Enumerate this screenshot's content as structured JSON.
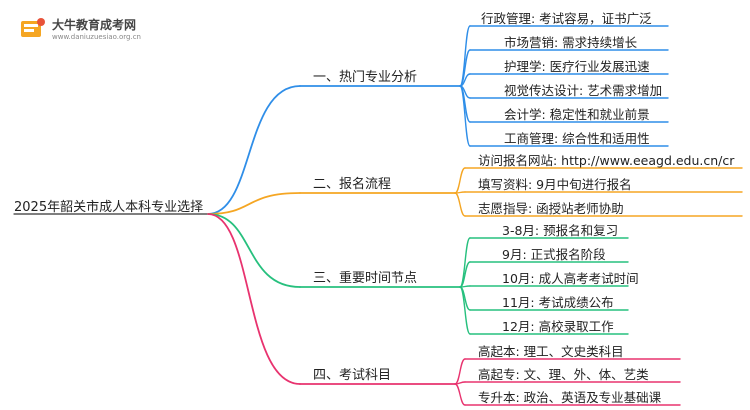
{
  "logo": {
    "name": "大牛教育成考网",
    "url": "www.daniuzuesiao.org.cn"
  },
  "root": "2025年韶关市成人本科专业选择",
  "colors": {
    "blue": "#2f8ee8",
    "orange": "#f5a623",
    "green": "#27c07e",
    "pink": "#e8336f"
  },
  "branches": [
    {
      "title": "一、热门专业分析",
      "leaves": [
        "行政管理: 考试容易，证书广泛",
        "市场营销: 需求持续增长",
        "护理学: 医疗行业发展迅速",
        "视觉传达设计: 艺术需求增加",
        "会计学: 稳定性和就业前景",
        "工商管理: 综合性和适用性"
      ]
    },
    {
      "title": "二、报名流程",
      "leaves": [
        "访问报名网站: http://www.eeagd.edu.cn/cr",
        "填写资料: 9月中旬进行报名",
        "志愿指导: 函授站老师协助"
      ]
    },
    {
      "title": "三、重要时间节点",
      "leaves": [
        "3-8月: 预报名和复习",
        "9月: 正式报名阶段",
        "10月: 成人高考考试时间",
        "11月: 考试成绩公布",
        "12月: 高校录取工作"
      ]
    },
    {
      "title": "四、考试科目",
      "leaves": [
        "高起本: 理工、文史类科目",
        "高起专: 文、理、外、体、艺类",
        "专升本: 政治、英语及专业基础课"
      ]
    }
  ]
}
